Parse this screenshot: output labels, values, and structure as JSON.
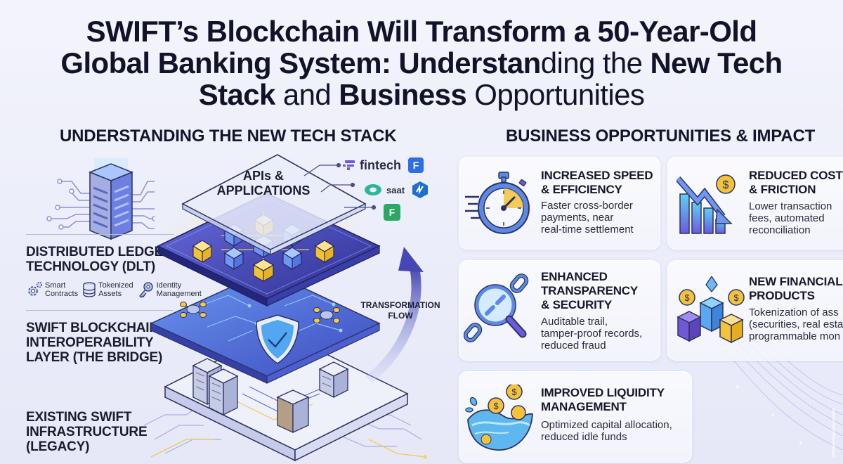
{
  "title": {
    "line1": "SWIFT’s Blockchain Will Transform a 50-Year-Old",
    "line2_bold_a": "Global Banking System: Understan",
    "line2_light": "ding the ",
    "line2_bold_b": "New Tech",
    "line3_bold_a": "Stack",
    "line3_light_a": " and ",
    "line3_bold_b": "Business",
    "line3_light_b": " Opportunities"
  },
  "left_section": {
    "heading": "UNDERSTANDING THE NEW TECH STACK",
    "layers": [
      {
        "label_line1": "DISTRIBUTED LEDGER",
        "label_line2": "TECHNOLOGY (DLT)"
      },
      {
        "label_line1": "SWIFT BLOCKCHAIN",
        "label_line2": "INTEROPERABILITY",
        "label_line3": "LAYER (THE BRIDGE)"
      },
      {
        "label_line1": "EXISTING SWIFT",
        "label_line2": "INFRASTRUCTURE",
        "label_line3": "(LEGACY)"
      }
    ],
    "dlt_features": [
      {
        "icon": "gear-icon",
        "line1": "Smart",
        "line2": "Contracts"
      },
      {
        "icon": "database-icon",
        "line1": "Tokenized",
        "line2": "Assets"
      },
      {
        "icon": "key-icon",
        "line1": "Identity",
        "line2": "Management"
      }
    ],
    "top_layer_label_line1": "APIs &",
    "top_layer_label_line2": "APPLICATIONS",
    "partners": [
      {
        "name": "fintech",
        "badge": "F",
        "badge_color": "#2f6fe4",
        "logo_color": "#6a5ae0"
      },
      {
        "name": "saat",
        "badge": "ℳ",
        "badge_color": "#1f6fd0",
        "logo_color": "#2bb59a"
      },
      {
        "name": "",
        "badge": "F",
        "badge_color": "#2ba866"
      }
    ],
    "flow_label_line1": "TRANSFORMATION",
    "flow_label_line2": "FLOW"
  },
  "right_section": {
    "heading": "BUSINESS OPPORTUNITIES & IMPACT",
    "cards": [
      {
        "icon": "stopwatch-icon",
        "title_line1": "INCREASED SPEED",
        "title_line2": "& EFFICIENCY",
        "desc_line1": "Faster cross-border",
        "desc_line2": "payments, near",
        "desc_line3": "real-time settlement"
      },
      {
        "icon": "cost-down-chart-icon",
        "title_line1": "REDUCED COSTS",
        "title_line2": "& FRICTION",
        "desc_line1": "Lower transaction",
        "desc_line2": "fees, automated",
        "desc_line3": "reconciliation"
      },
      {
        "icon": "chain-magnifier-icon",
        "title_line1": "ENHANCED",
        "title_line2": "TRANSPARENCY",
        "title_line3": "& SECURITY",
        "desc_line1": "Auditable trail,",
        "desc_line2": "tamper-proof records,",
        "desc_line3": "reduced fraud"
      },
      {
        "icon": "tokenized-blocks-icon",
        "title_line1": "NEW FINANCIAL",
        "title_line2": "PRODUCTS",
        "desc_line1": "Tokenization of ass",
        "desc_line2": "(securities, real esta",
        "desc_line3": "programmable mon"
      },
      {
        "icon": "liquidity-wave-icon",
        "title_line1": "IMPROVED LIQUIDITY",
        "title_line2": "MANAGEMENT",
        "desc_line1": "Optimized capital allocation,",
        "desc_line2": "reduced idle funds"
      }
    ]
  },
  "colors": {
    "background": "#eceefa",
    "text_dark": "#14152b",
    "indigo": "#4b4fb8",
    "blue": "#4f7fe0",
    "gold": "#f5c33b",
    "card_border": "#ffffff"
  }
}
